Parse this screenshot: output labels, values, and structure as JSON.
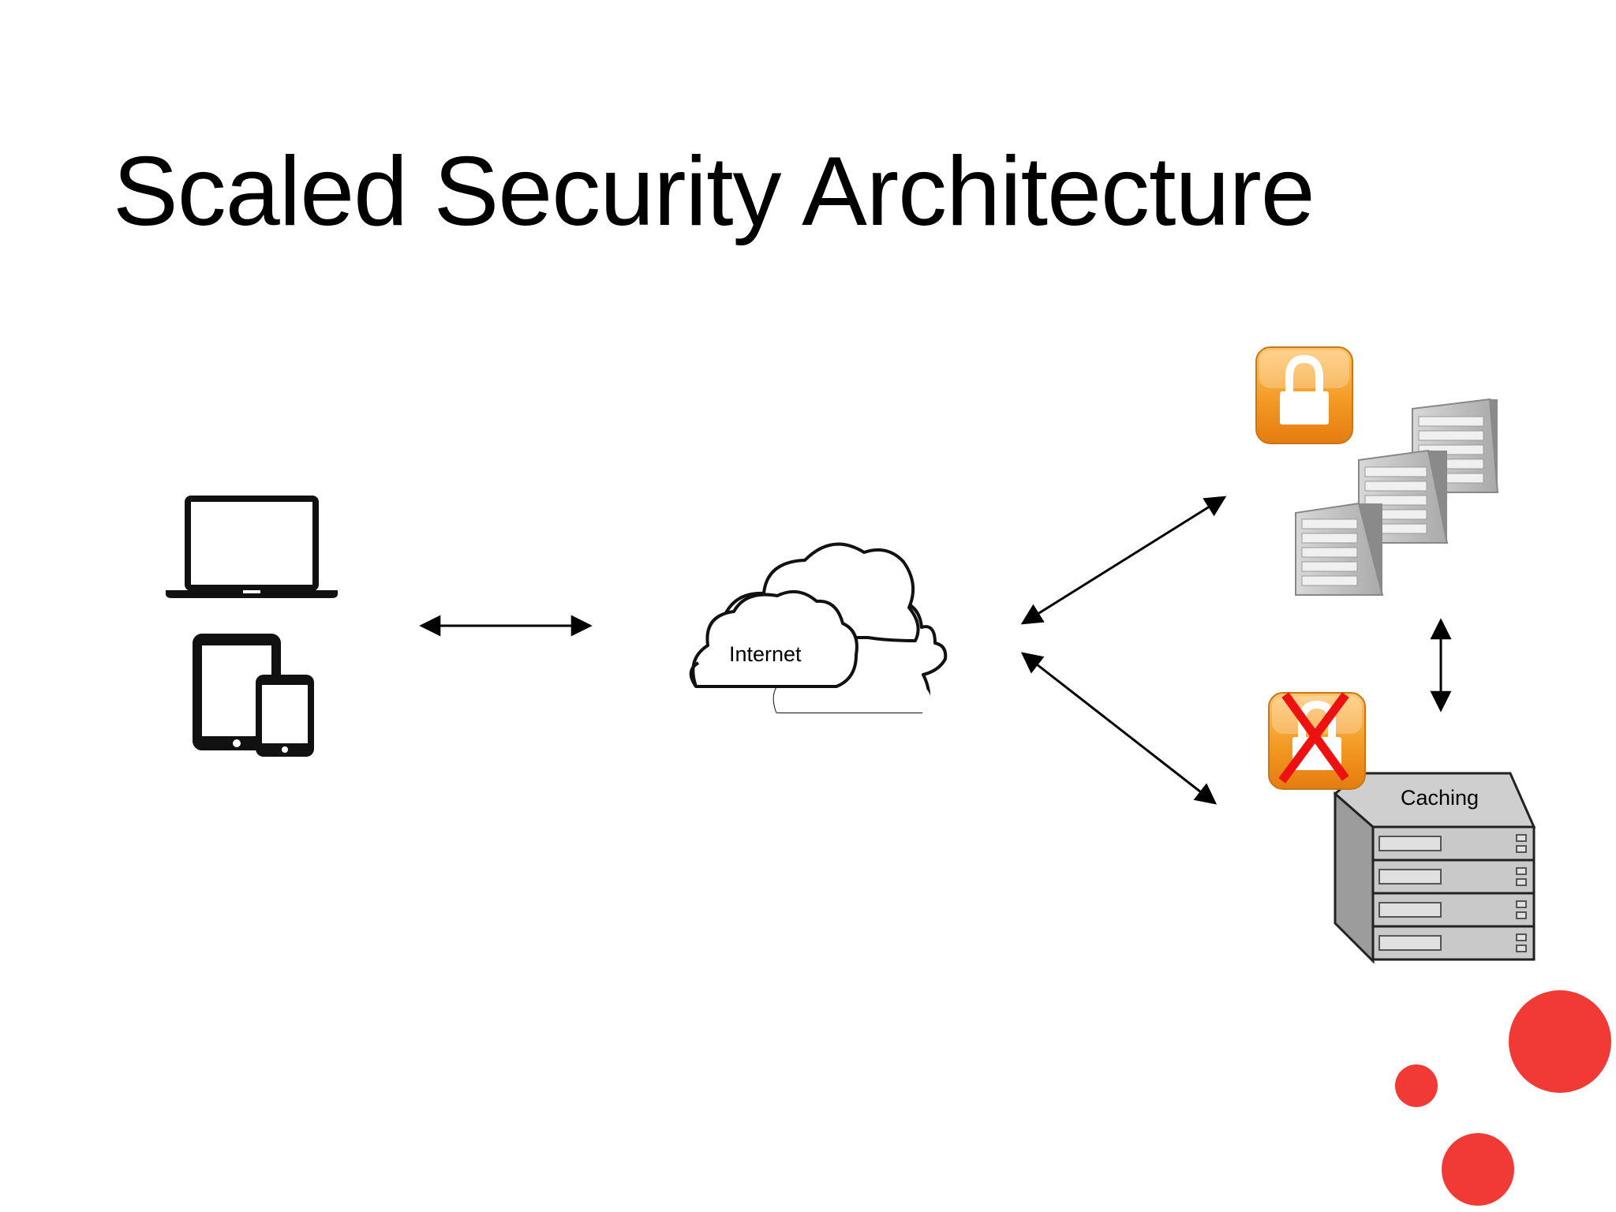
{
  "slide": {
    "title": "Scaled Security Architecture"
  },
  "nodes": {
    "internet": {
      "label": "Internet"
    },
    "caching": {
      "label": "Caching"
    }
  },
  "colors": {
    "lock_orange": "#f0941f",
    "deny_mark": "#ee1111",
    "accent_dots": "#f13a35",
    "server_gray": "#bdbdbd"
  }
}
